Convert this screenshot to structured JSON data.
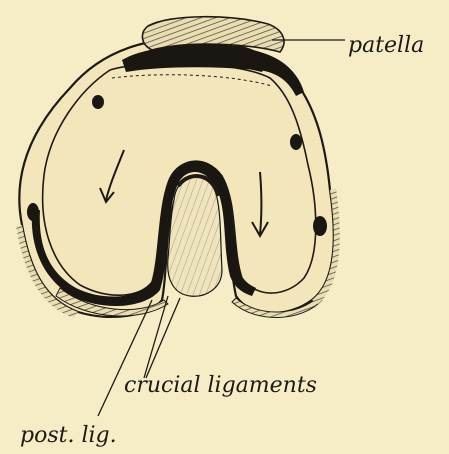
{
  "labels": {
    "patella": "patella",
    "crucial_ligaments": "crucial ligaments",
    "post_lig": "post. lig."
  },
  "colors": {
    "background": "#f6ecc6",
    "ink": "#1d1a14",
    "cartilage_hatch": "#4a4235"
  }
}
